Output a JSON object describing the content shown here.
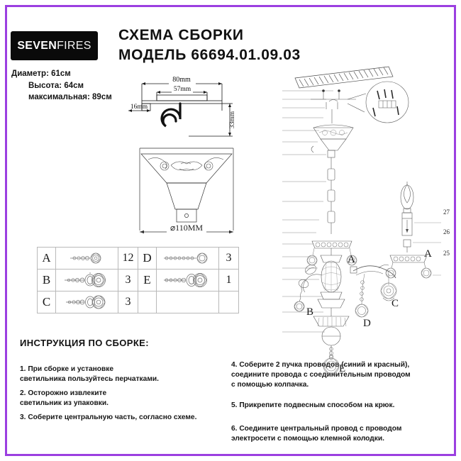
{
  "frame": {
    "border_color": "#9b3fe0"
  },
  "logo": {
    "bold_part": "SEVEN",
    "light_part": "FIRES"
  },
  "header": {
    "line1": "СХЕМА СБОРКИ",
    "line2": "МОДЕЛЬ 66694.01.09.03"
  },
  "specs": {
    "diameter": "Диаметр: 61см",
    "height": "Высота: 64см",
    "max_height": "максимальная: 89см"
  },
  "hook_drawing": {
    "width_label": "80mm",
    "inner_label": "57mm",
    "left_label": "16mm",
    "height_label": "33mm"
  },
  "shade_drawing": {
    "diameter_label": "⌀110MM"
  },
  "parts_table": {
    "rows": [
      {
        "left_letter": "A",
        "left_qty": "12",
        "right_letter": "D",
        "right_qty": "3"
      },
      {
        "left_letter": "B",
        "left_qty": "3",
        "right_letter": "E",
        "right_qty": "1"
      },
      {
        "left_letter": "C",
        "left_qty": "3",
        "right_letter": "",
        "right_qty": ""
      }
    ]
  },
  "instructions": {
    "heading": "ИНСТРУКЦИЯ ПО СБОРКЕ:",
    "step1": "1. При сборке и установке\nсветильника пользуйтесь перчатками.",
    "step2": "2. Осторожно извлеките\nсветильник из упаковки.",
    "step3": "3. Соберите центральную часть, согласно схеме.",
    "step4": "4. Соберите 2 пучка проводов (синий и красный),\nсоедините провода с соединительным проводом\nс помощью колпачка.",
    "step5": "5. Прикрепите подвесным способом на крюк.",
    "step6": "6. Соедините центральный провод с проводом\nэлектросети с помощью клемной колодки."
  },
  "diagram_labels": {
    "a": "A",
    "b": "B",
    "c": "C",
    "d": "D",
    "e": "E",
    "a2": "A",
    "num25": "25",
    "num26": "26",
    "num27": "27"
  }
}
